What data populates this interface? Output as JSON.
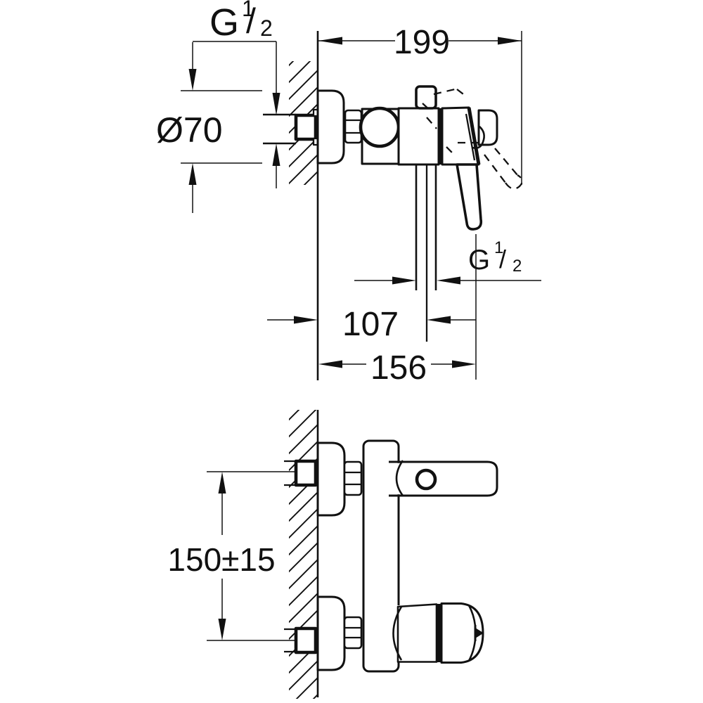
{
  "drawing": {
    "labels": {
      "projection_total": "199",
      "escutcheon_diameter": "Ø70",
      "outlet_offset": "107",
      "projection_body": "156",
      "inlet_spacing": "150±15"
    },
    "thread_labels": {
      "wall_connection": {
        "letter": "G",
        "numerator": "1",
        "slash": "/",
        "denominator": "2"
      },
      "outlet_connection": {
        "letter": "G",
        "numerator": "1",
        "slash": "/",
        "denominator": "2"
      }
    },
    "colors": {
      "line": "#111111",
      "background": "#ffffff"
    }
  }
}
